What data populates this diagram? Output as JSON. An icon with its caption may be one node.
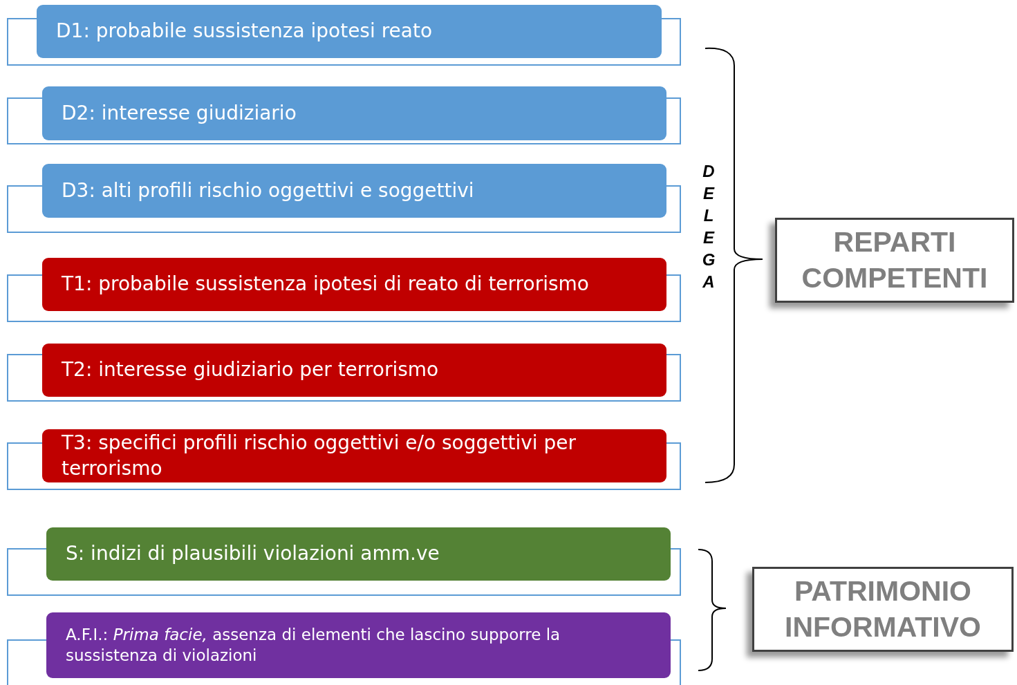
{
  "diagram": {
    "nodes": [
      {
        "text": [
          "D1: probabile sussistenza ipotesi reato"
        ]
      },
      {
        "text": [
          "D2: interesse giudiziario"
        ]
      },
      {
        "text": [
          "D3: alti profili rischio oggettivi e soggettivi"
        ]
      },
      {
        "text": [
          "T1: probabile sussistenza ipotesi di reato di terrorismo"
        ]
      },
      {
        "text": [
          "T2: interesse giudiziario per terrorismo"
        ]
      },
      {
        "text": [
          "T3: specifici profili rischio oggettivi e/o soggettivi per terrorismo"
        ]
      },
      {
        "text": [
          "S: indizi di plausibili violazioni amm.ve"
        ]
      },
      {
        "text": [
          "A.F.I.: *Prima facie,* assenza di elementi che lascino supporre la sussistenza di violazioni"
        ]
      },
      {
        "text": [
          "REPARTI COMPETENTI"
        ]
      },
      {
        "text": [
          "PATRIMONIO INFORMATIVO"
        ]
      }
    ],
    "labels": [
      "DELEGA"
    ]
  }
}
